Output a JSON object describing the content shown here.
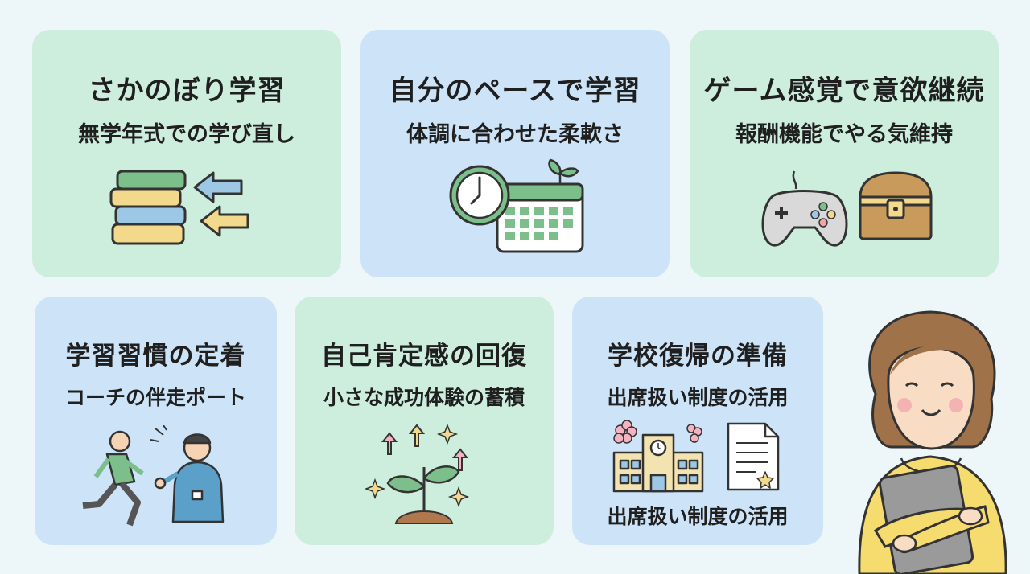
{
  "cards": [
    {
      "title": "さかのぼり学習",
      "subtitle": "無学年式での学び直し"
    },
    {
      "title": "自分のペースで学習",
      "subtitle": "体調に合わせた柔軟さ"
    },
    {
      "title": "ゲーム感覚で意欲継続",
      "subtitle": "報酬機能でやる気維持"
    },
    {
      "title": "学習習慣の定着",
      "subtitle": "コーチの伴走ポート"
    },
    {
      "title": "自己肯定感の回復",
      "subtitle": "小さな成功体験の蓄積"
    },
    {
      "title": "学校復帰の準備",
      "subtitle": "出席扱い制度の活用",
      "extra": "出席扱い制度の活用"
    }
  ],
  "colors": {
    "green_card": "#cdeedd",
    "blue_card": "#cde4f8",
    "background": "#edf6f8"
  },
  "icons": [
    "books-icon",
    "arrow-left-icon",
    "clock-icon",
    "calendar-icon",
    "sprout-icon",
    "game-controller-icon",
    "treasure-chest-icon",
    "runner-icon",
    "coach-icon",
    "plant-growth-icon",
    "sparkle-icon",
    "school-building-icon",
    "cherry-blossom-icon",
    "certificate-icon",
    "student-with-tablet-icon"
  ]
}
